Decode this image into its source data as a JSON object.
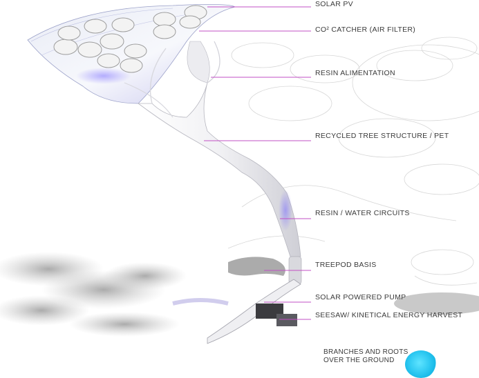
{
  "labels": {
    "solar_pv": "SOLAR PV",
    "co2_catcher": "CO² CATCHER (AIR FILTER)",
    "resin_alimentation": "RESIN ALIMENTATION",
    "recycled_structure": "RECYCLED TREE STRUCTURE / PET",
    "resin_water": "RESIN / WATER CIRCUITS",
    "treepod_basis": "TREEPOD BASIS",
    "solar_pump": "SOLAR POWERED PUMP",
    "seesaw": "SEESAW/ KINETICAL ENERGY HARVEST"
  },
  "legend": {
    "line1": "BRANCHES AND ROOTS",
    "line2": "OVER THE GROUND"
  },
  "colors": {
    "leader_line": "#c24fc4",
    "label_text": "#3a3a3a",
    "structure": "#f2f2f4",
    "resin_glow": "#6a5cff",
    "legend_swatch": "#2ec9f2"
  }
}
